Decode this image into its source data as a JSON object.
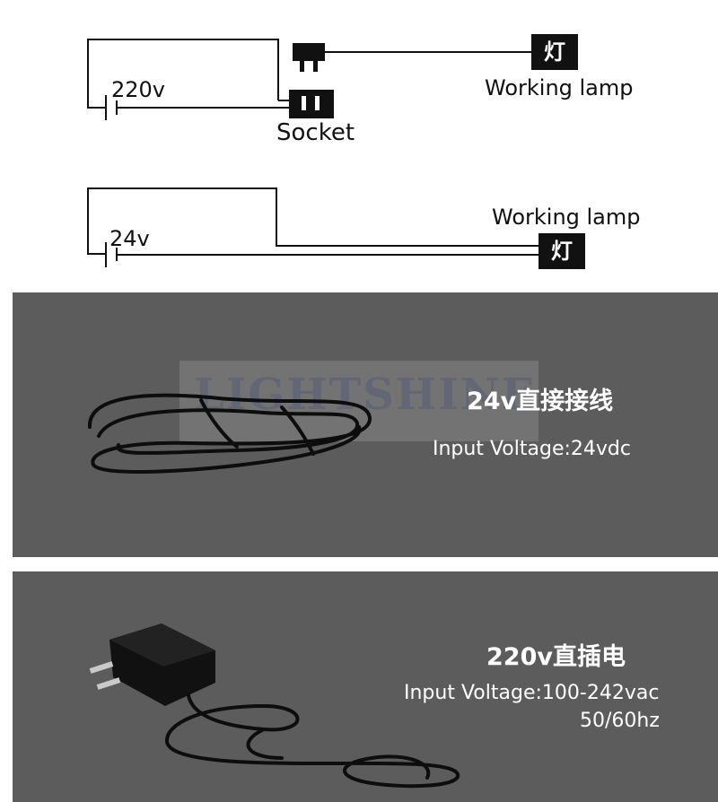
{
  "diagram_220": {
    "voltage_label": "220v",
    "socket_label": "Socket",
    "lamp_char": "灯",
    "lamp_label": "Working lamp"
  },
  "diagram_24": {
    "voltage_label": "24v",
    "lamp_char": "灯",
    "lamp_label": "Working lamp"
  },
  "panel_24": {
    "watermark": "LIGHTSHINE",
    "title": "24v直接接线",
    "input_voltage": "Input Voltage:24vdc"
  },
  "panel_220": {
    "title": "220v直插电",
    "input_voltage": "Input Voltage:100-242vac",
    "frequency": "50/60hz"
  },
  "colors": {
    "panel_background": "#5c5c5c",
    "line": "#111111",
    "text_on_panel": "#ffffff"
  }
}
